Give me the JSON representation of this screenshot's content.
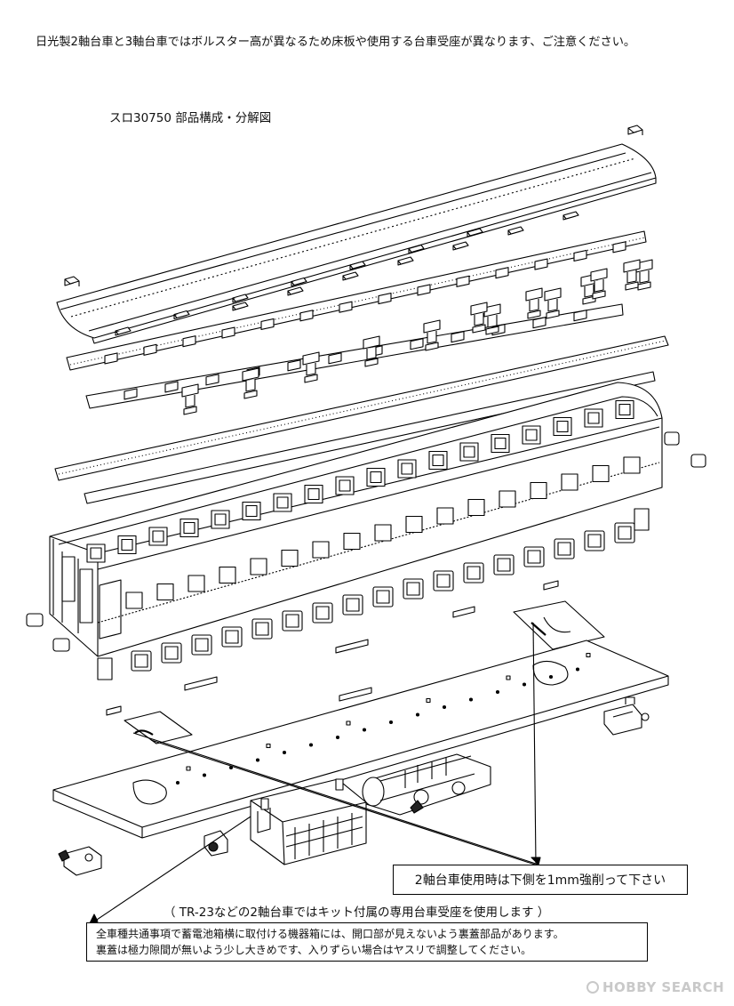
{
  "header": {
    "note": "日光製2軸台車と3軸台車ではボルスター高が異なるため床板や使用する台車受座が異なります、ご注意ください。",
    "title": "スロ30750 部品構成・分解図"
  },
  "callouts": {
    "trim_note": "2軸台車使用時は下側を1mm強削って下さい",
    "tr23_note": "（ TR-23などの2軸台車ではキット付属の専用台車受座を使用します ）",
    "common_note_lines": [
      "全車種共通事項で蓄電池箱横に取付ける機器箱には、開口部が見えないよう裏蓋部品があります。",
      "裏蓋は極力隙間が無いよう少し大きめです、入りずらい場合はヤスリで調整してください。"
    ]
  },
  "watermark": {
    "text": "HOBBY SEARCH"
  },
  "colors": {
    "line": "#000000",
    "background": "#ffffff",
    "watermark": "#c9c9c9"
  }
}
